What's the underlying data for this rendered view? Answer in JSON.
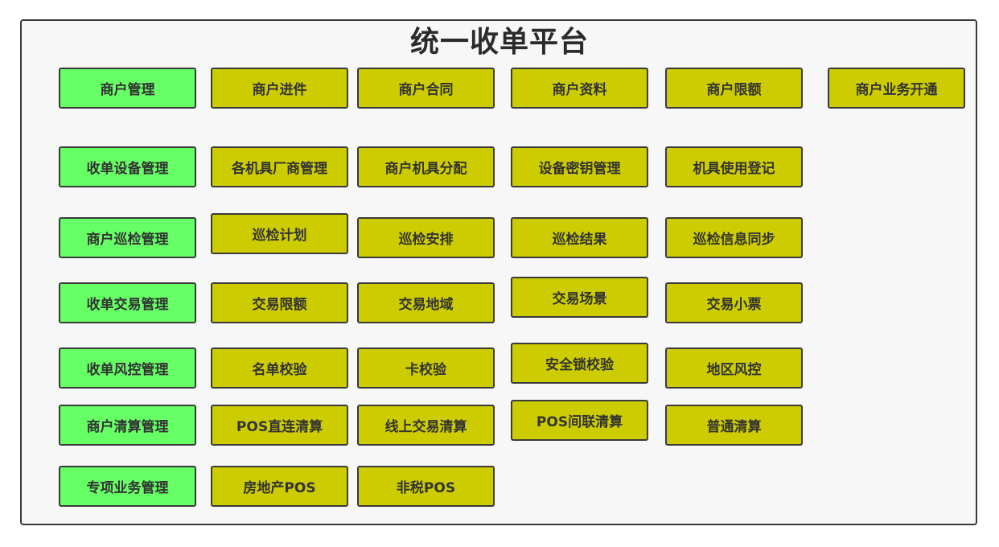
{
  "title": "统一收单平台",
  "colors": {
    "group": "#66ff66",
    "function": "#cccc00",
    "border": "#3a3a3a",
    "background": "#f7f7f7"
  },
  "rows": [
    {
      "group": "商户管理",
      "items": [
        "商户进件",
        "商户合同",
        "商户资料",
        "商户限额",
        "商户业务开通"
      ]
    },
    {
      "group": "收单设备管理",
      "items": [
        "各机具厂商管理",
        "商户机具分配",
        "设备密钥管理",
        "机具使用登记"
      ]
    },
    {
      "group": "商户巡检管理",
      "items": [
        "巡检计划",
        "巡检安排",
        "巡检结果",
        "巡检信息同步"
      ]
    },
    {
      "group": "收单交易管理",
      "items": [
        "交易限额",
        "交易地域",
        "交易场景",
        "交易小票"
      ]
    },
    {
      "group": "收单风控管理",
      "items": [
        "名单校验",
        "卡校验",
        "安全锁校验",
        "地区风控"
      ]
    },
    {
      "group": "商户清算管理",
      "items": [
        "POS直连清算",
        "线上交易清算",
        "POS间联清算",
        "普通清算"
      ]
    },
    {
      "group": "专项业务管理",
      "items": [
        "房地产POS",
        "非税POS"
      ]
    }
  ]
}
